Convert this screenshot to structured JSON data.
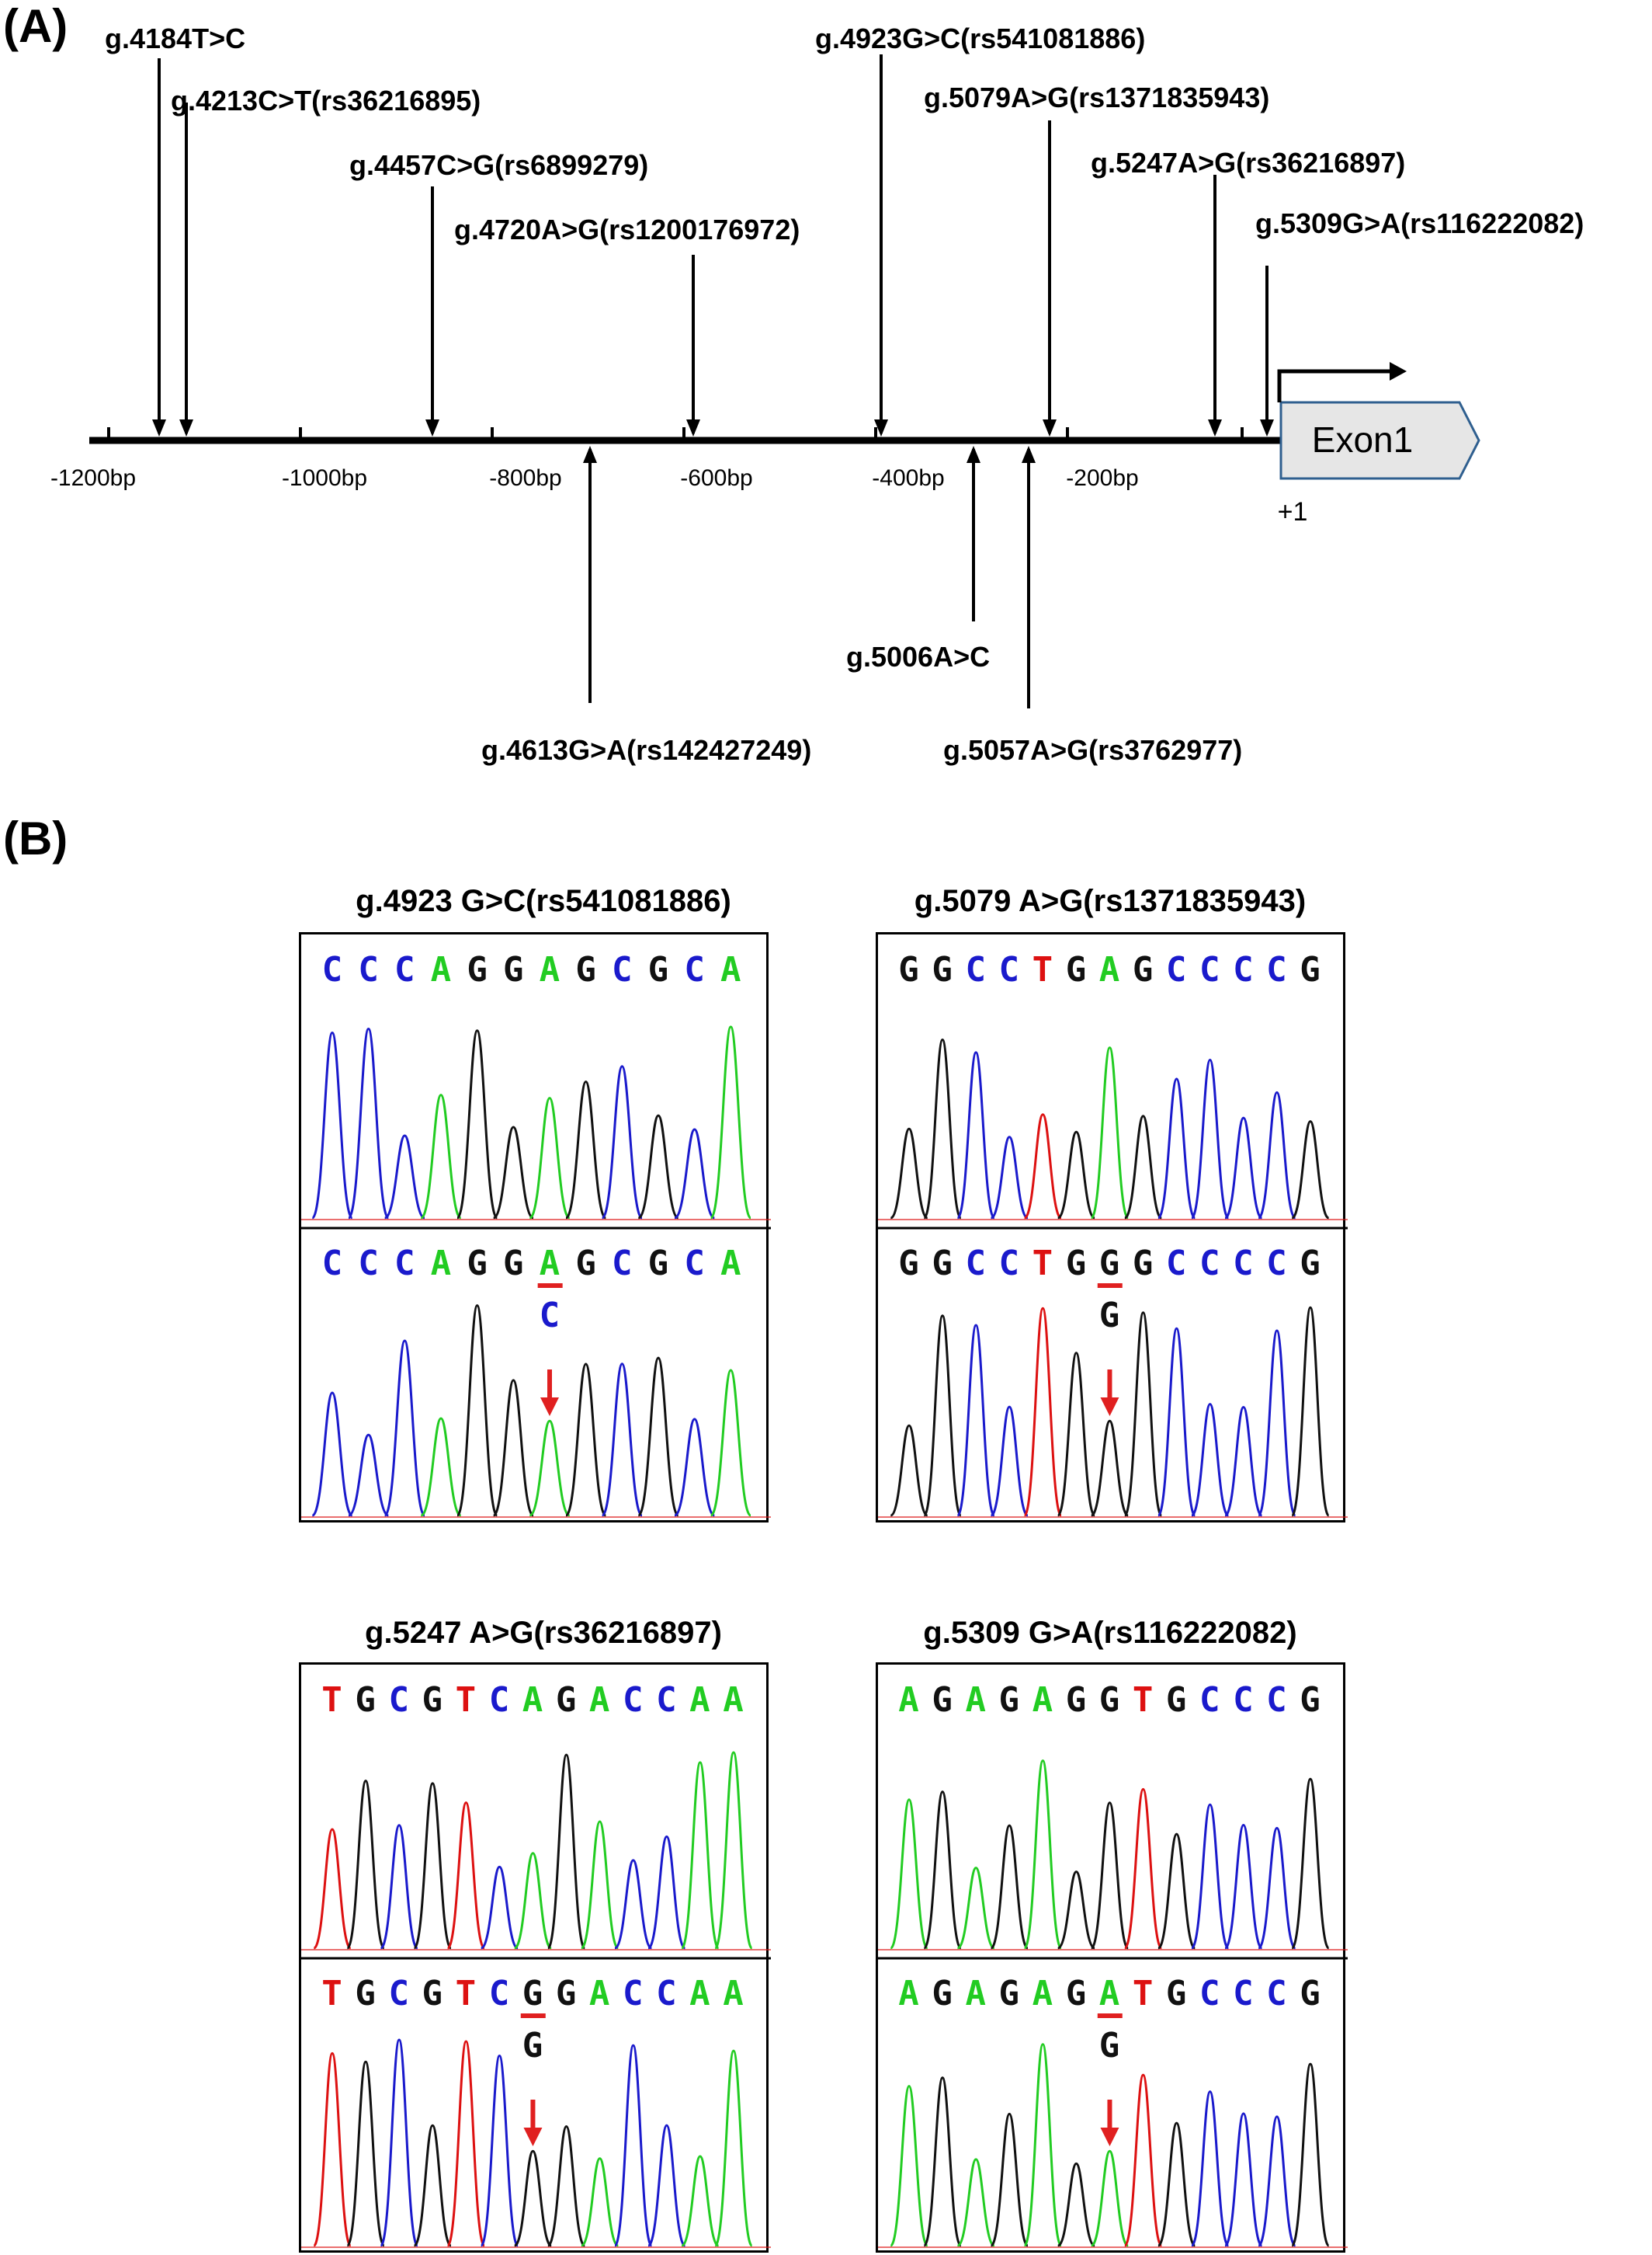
{
  "panel_labels": {
    "a": "(A)",
    "b": "(B)"
  },
  "gene_map": {
    "exon_label": "Exon1",
    "tss_label": "+1",
    "axis_ticks": [
      "-1200bp",
      "-1000bp",
      "-800bp",
      "-600bp",
      "-400bp",
      "-200bp"
    ],
    "variants_above": [
      "g.4184T>C",
      "g.4213C>T(rs36216895)",
      "g.4457C>G(rs6899279)",
      "g.4720A>G(rs1200176972)",
      "g.4923G>C(rs541081886)",
      "g.5079A>G(rs1371835943)",
      "g.5247A>G(rs36216897)",
      "g.5309G>A(rs116222082)"
    ],
    "variants_below": [
      "g.4613G>A(rs142427249)",
      "g.5006A>C",
      "g.5057A>G(rs3762977)"
    ]
  },
  "colors": {
    "A": "#22cc22",
    "C": "#1a1acc",
    "G": "#111111",
    "T": "#dd1111",
    "marker": "#e02020"
  },
  "traces": [
    {
      "title": "g.4923 G>C(rs541081886)",
      "ref_seq": "CCCAGGAGCGCA",
      "alt_seq": "CCCAGGAGCGCA",
      "variant_index": 6,
      "alt_base": "C"
    },
    {
      "title": "g.5079 A>G(rs1371835943)",
      "ref_seq": "GGCCTGAGCCCCG",
      "alt_seq": "GGCCTGGGCCCCG",
      "variant_index": 6,
      "alt_base": "G"
    },
    {
      "title": "g.5247 A>G(rs36216897)",
      "ref_seq": "TGCGTCAGACCAA",
      "alt_seq": "TGCGTCGGACCAA",
      "variant_index": 6,
      "alt_base": "G"
    },
    {
      "title": "g.5309 G>A(rs116222082)",
      "ref_seq": "AGAGAGGTGCCCG",
      "alt_seq": "AGAGAGATGCCCG",
      "variant_index": 6,
      "alt_base": "G"
    }
  ]
}
